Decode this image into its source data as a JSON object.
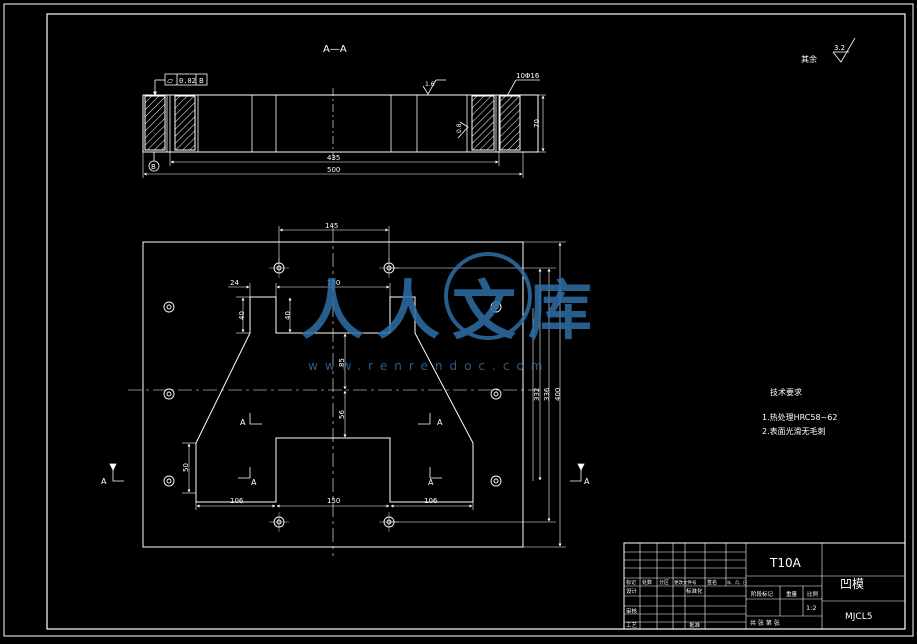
{
  "section_view": {
    "title": "A—A",
    "flatness_symbol": "⏥",
    "flatness_tolerance": "0.02",
    "datum": "B",
    "datum_ref": "B",
    "roughness_top": "1.6",
    "roughness_side": "0.8",
    "hole_spec": "10Φ16",
    "dim_height": "70",
    "dim_inner": "435",
    "dim_overall": "500"
  },
  "plan_view": {
    "dim_145": "145",
    "dim_150_top": "150",
    "dim_24": "24",
    "dim_40_left": "40",
    "dim_40_inner": "40",
    "dim_85": "85",
    "dim_56": "56",
    "dim_50": "50",
    "dim_106_left": "106",
    "dim_150_bottom": "150",
    "dim_106_right": "106",
    "dim_332": "332",
    "dim_336": "336",
    "dim_400": "400",
    "section_mark": "A"
  },
  "roughness_note": {
    "label": "其余",
    "value": "3.2"
  },
  "tech_requirements": {
    "title": "技术要求",
    "items": [
      "1.热处理HRC58~62",
      "2.表面光滑无毛刺"
    ]
  },
  "watermark": {
    "text": "人人文库",
    "url": "www.renrendoc.com"
  },
  "title_block": {
    "material": "T10A",
    "part_name": "凹模",
    "drawing_no": "MJCL5",
    "scale_label": "比例",
    "scale": "1:2",
    "weight_label": "重量",
    "stage_label": "阶段标记",
    "revision_cols": [
      "标记",
      "处数",
      "分区",
      "更改文件号",
      "签名",
      "年、月、日"
    ],
    "design_label": "设计",
    "standardize_label": "标准化",
    "review_label": "审核",
    "process_label": "工艺",
    "approve_label": "批准",
    "sheets_label": "共 张 第 张"
  },
  "colors": {
    "background": "#000000",
    "lines": "#ffffff",
    "watermark": "#2f6fa6"
  }
}
